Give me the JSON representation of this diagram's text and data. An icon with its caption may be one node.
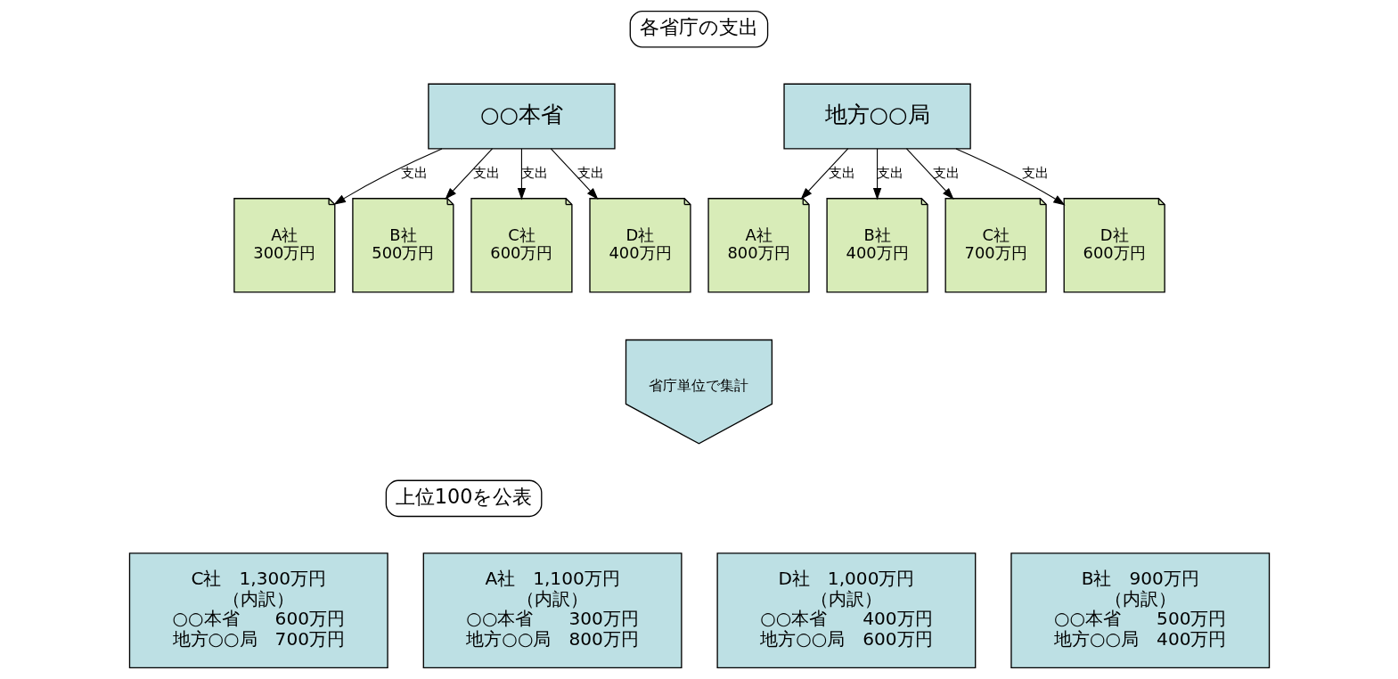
{
  "diagram": {
    "nodes": [
      {
        "text": [
          "各省庁の支出"
        ]
      },
      {
        "text": [
          "○○本省"
        ]
      },
      {
        "text": [
          "地方○○局"
        ]
      },
      {
        "text": [
          "A社",
          "300万円"
        ]
      },
      {
        "text": [
          "B社",
          "500万円"
        ]
      },
      {
        "text": [
          "C社",
          "600万円"
        ]
      },
      {
        "text": [
          "D社",
          "400万円"
        ]
      },
      {
        "text": [
          "A社",
          "800万円"
        ]
      },
      {
        "text": [
          "B社",
          "400万円"
        ]
      },
      {
        "text": [
          "C社",
          "700万円"
        ]
      },
      {
        "text": [
          "D社",
          "600万円"
        ]
      },
      {
        "text": [
          "省庁単位で集計"
        ]
      },
      {
        "text": [
          "上位100を公表"
        ]
      },
      {
        "text": [
          "C社　1,300万円",
          "（内訳）",
          "○○本省　　600万円",
          "地方○○局　700万円"
        ]
      },
      {
        "text": [
          "A社　1,100万円",
          "（内訳）",
          "○○本省　　300万円",
          "地方○○局　800万円"
        ]
      },
      {
        "text": [
          "D社　1,000万円",
          "（内訳）",
          "○○本省　　400万円",
          "地方○○局　600万円"
        ]
      },
      {
        "text": [
          "B社　900万円",
          "（内訳）",
          "○○本省　　500万円",
          "地方○○局　400万円"
        ]
      }
    ],
    "edges": [
      {
        "from": 1,
        "to": 3,
        "arrow": "to",
        "label": "支出"
      },
      {
        "from": 1,
        "to": 4,
        "arrow": "to",
        "label": "支出"
      },
      {
        "from": 1,
        "to": 5,
        "arrow": "to",
        "label": "支出"
      },
      {
        "from": 1,
        "to": 6,
        "arrow": "to",
        "label": "支出"
      },
      {
        "from": 2,
        "to": 7,
        "arrow": "to",
        "label": "支出"
      },
      {
        "from": 2,
        "to": 8,
        "arrow": "to",
        "label": "支出"
      },
      {
        "from": 2,
        "to": 9,
        "arrow": "to",
        "label": "支出"
      },
      {
        "from": 2,
        "to": 10,
        "arrow": "to",
        "label": "支出"
      }
    ]
  }
}
